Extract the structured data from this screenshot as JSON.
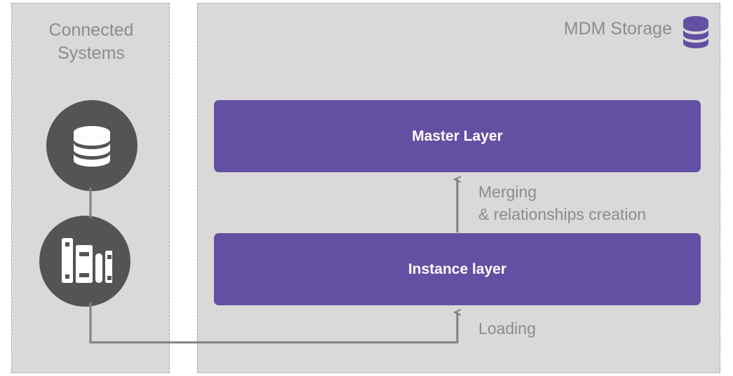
{
  "diagram": {
    "title_left": "Connected\nSystems",
    "title_right": "MDM Storage",
    "panels": [
      {
        "id": "connected-systems",
        "label": "Connected\nSystems"
      },
      {
        "id": "mdm-storage",
        "label": "MDM Storage"
      }
    ],
    "layers": [
      {
        "id": "master-layer",
        "label": "Master Layer"
      },
      {
        "id": "instance-layer",
        "label": "Instance layer"
      }
    ],
    "arrows": [
      {
        "id": "merging-arrow",
        "label": "Merging\n& relationships creation",
        "from": "instance-layer",
        "to": "master-layer"
      },
      {
        "id": "loading-arrow",
        "label": "Loading",
        "from": "connected-systems",
        "to": "instance-layer"
      }
    ],
    "source_systems": [
      {
        "id": "database-system",
        "icon": "database-icon"
      },
      {
        "id": "archive-system",
        "icon": "archive-books-icon"
      }
    ],
    "icons": {
      "mdm_storage": "database-stack-icon",
      "database_system": "database-icon",
      "archive_system": "archive-books-icon"
    },
    "colors": {
      "panel_background": "#d9d9d9",
      "panel_border": "#a8a8a8",
      "layer_box": "#6350a3",
      "layer_text": "#ffffff",
      "label_text": "#8c8c8c",
      "circle_fill": "#545454",
      "circle_icon": "#ffffff",
      "connector": "#808080",
      "canvas_background": "#ffffff"
    }
  }
}
